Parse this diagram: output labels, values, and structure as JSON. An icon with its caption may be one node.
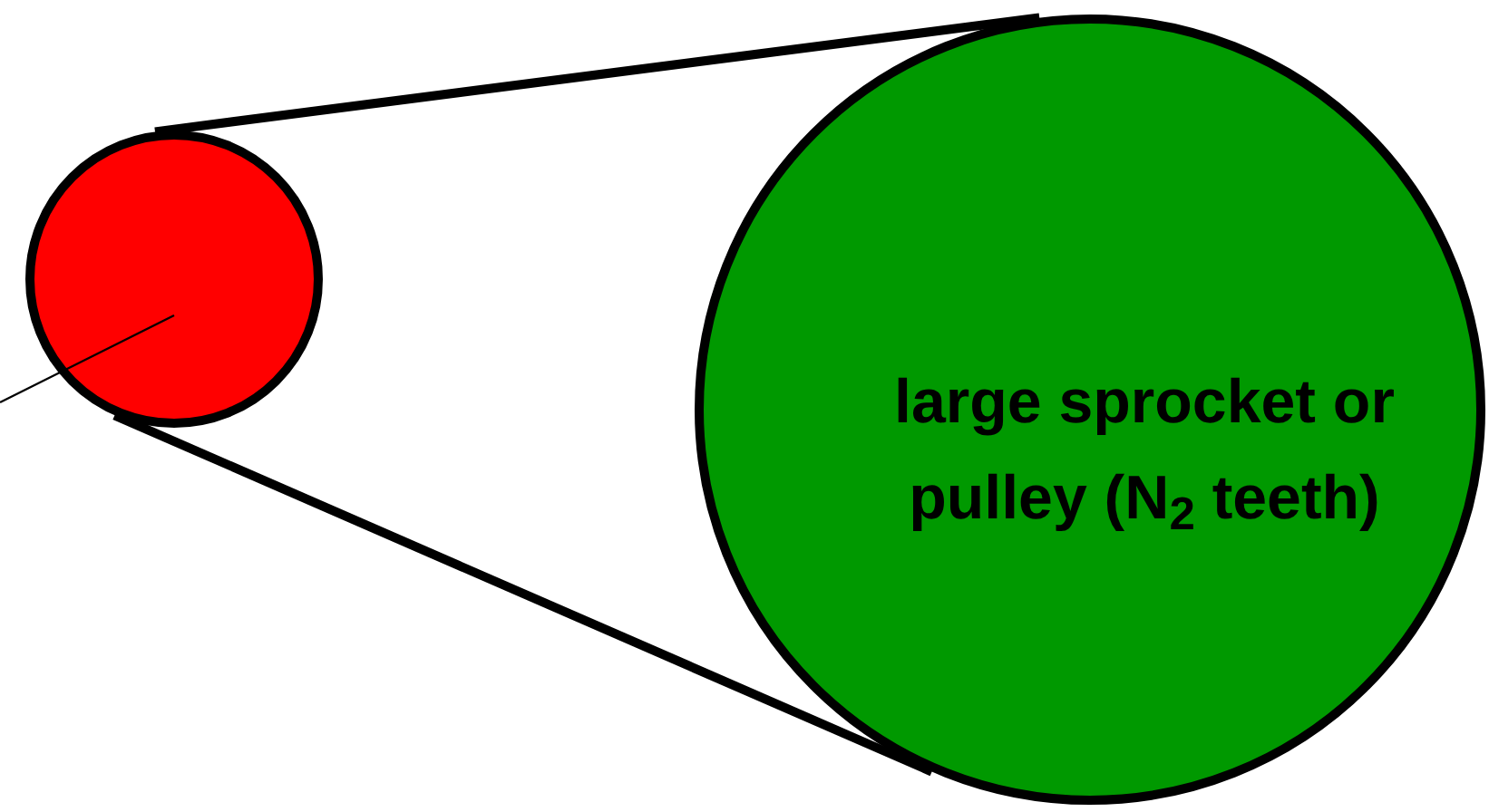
{
  "diagram": {
    "nodes": [
      {
        "text": [],
        "shape": "circle"
      },
      {
        "text": [
          "large sprocket or pulley (N$_{2}$ teeth)"
        ]
      }
    ],
    "edges": [
      {
        "from": 0,
        "to": 1,
        "arrow": "none"
      },
      {
        "from": 0,
        "to": 1,
        "arrow": "none"
      },
      {
        "from": null,
        "to": 0,
        "arrow": "none"
      }
    ]
  }
}
